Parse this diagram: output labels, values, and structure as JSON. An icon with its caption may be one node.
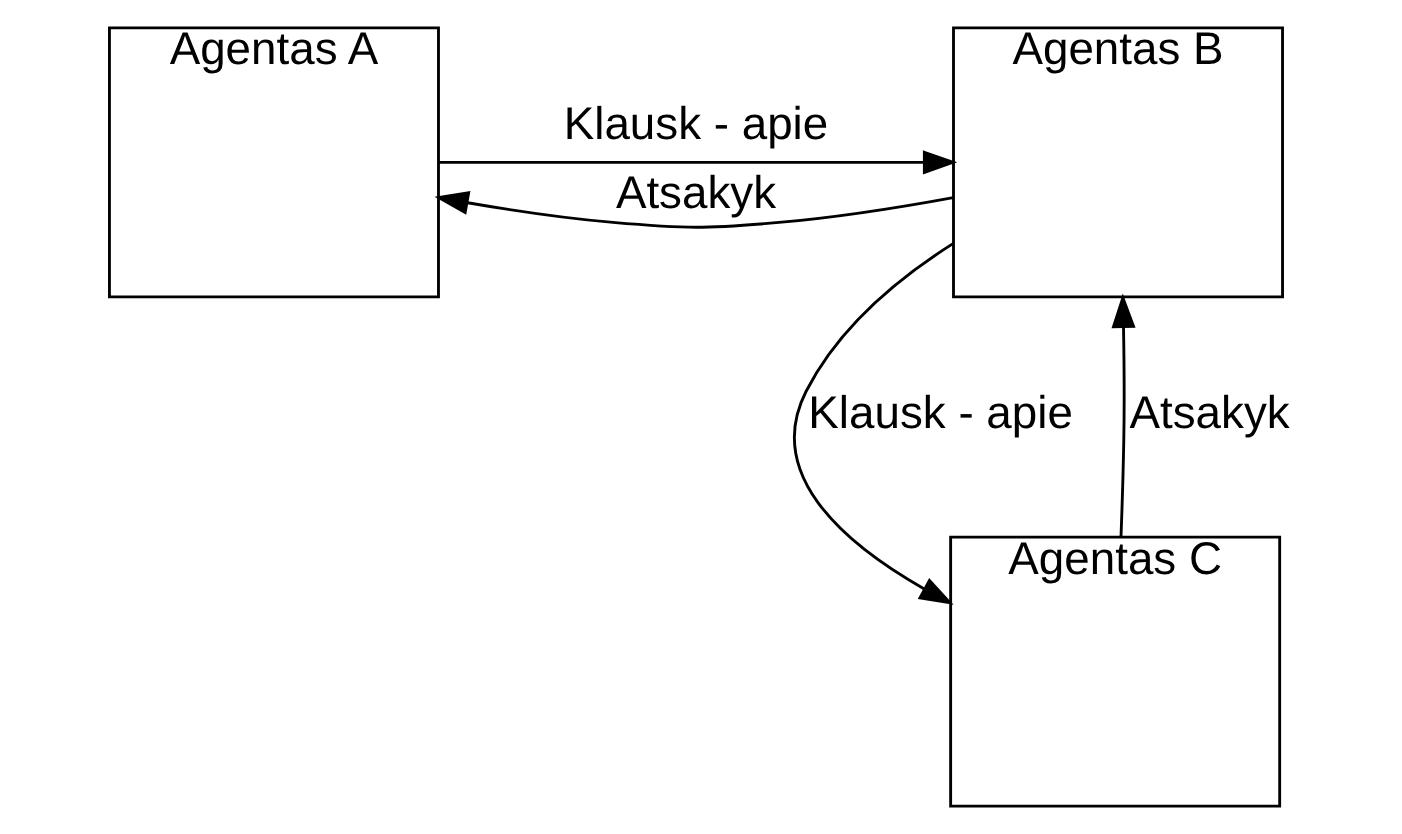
{
  "diagram": {
    "nodes": [
      {
        "text": [
          "Agentas A"
        ]
      },
      {
        "text": [
          "Agentas B"
        ]
      },
      {
        "text": [
          "Agentas C"
        ]
      }
    ],
    "edges": [
      {
        "from": 0,
        "to": 1,
        "arrow": "to",
        "label": "Klausk - apie"
      },
      {
        "from": 1,
        "to": 0,
        "arrow": "to",
        "label": "Atsakyk"
      },
      {
        "from": 1,
        "to": 2,
        "arrow": "to",
        "label": "Klausk - apie"
      },
      {
        "from": 2,
        "to": 1,
        "arrow": "to",
        "label": "Atsakyk"
      }
    ]
  }
}
